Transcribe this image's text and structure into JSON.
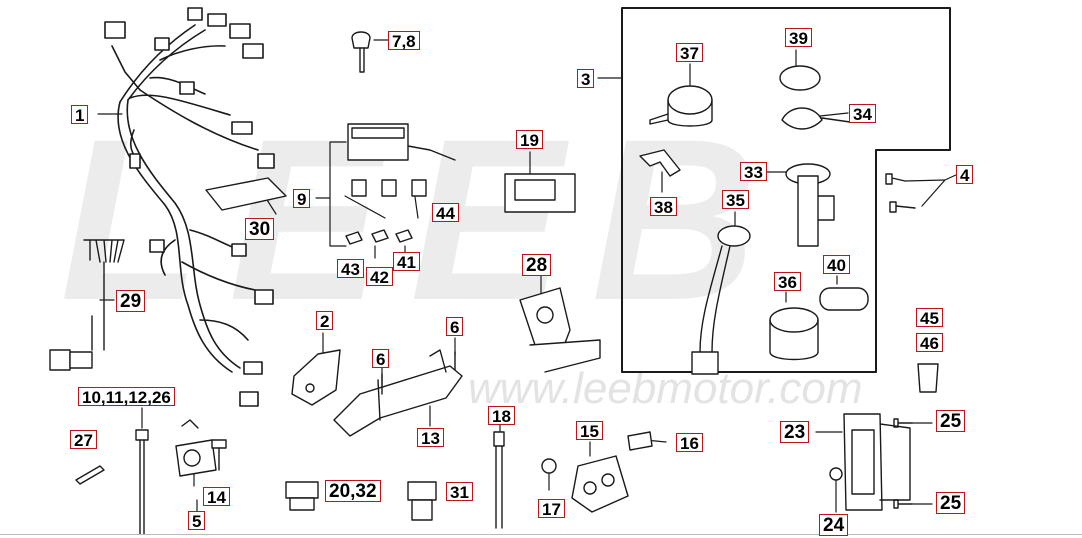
{
  "watermark": {
    "logo": "LEEB",
    "url": "www.leebmotor.com"
  },
  "callouts": {
    "c1": "1",
    "c2": "2",
    "c3": "3",
    "c4": "4",
    "c5": "5",
    "c6a": "6",
    "c6b": "6",
    "c78": "7,8",
    "c9": "9",
    "c10_11_12_26": "10,11,12,26",
    "c13": "13",
    "c14": "14",
    "c15": "15",
    "c16": "16",
    "c17": "17",
    "c18": "18",
    "c19": "19",
    "c20_32": "20,32",
    "c23": "23",
    "c24": "24",
    "c25a": "25",
    "c25b": "25",
    "c27": "27",
    "c28": "28",
    "c29": "29",
    "c30": "30",
    "c31": "31",
    "c33": "33",
    "c34": "34",
    "c35": "35",
    "c36": "36",
    "c37": "37",
    "c38": "38",
    "c39": "39",
    "c40": "40",
    "c41": "41",
    "c42": "42",
    "c43": "43",
    "c44": "44",
    "c45": "45",
    "c46": "46"
  },
  "colors": {
    "callout_border": "#c0141c",
    "line": "#1a1a1a",
    "watermark": "#ececec"
  }
}
